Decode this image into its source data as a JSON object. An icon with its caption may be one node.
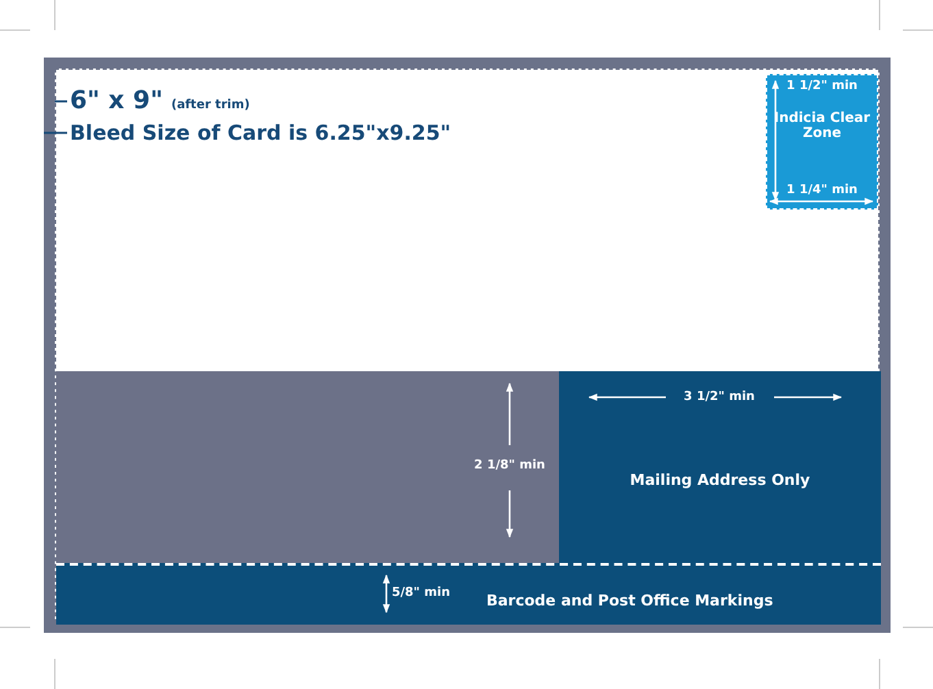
{
  "diagram": {
    "nodes": [
      {
        "text": [],
        "shape": "box"
      },
      {
        "text": [],
        "shape": "box",
        "in": 0
      },
      {
        "text": [
          "6\" x 9\"",
          "(after trim)"
        ],
        "in": 1
      },
      {
        "text": [
          "Bleed Size of Card is 6.25\"x9.25\""
        ],
        "in": 1
      },
      {
        "text": [
          "Indicia Clear Zone"
        ],
        "in": 1
      },
      {
        "text": [],
        "shape": "box",
        "in": 1
      },
      {
        "text": [
          "Mailing Address Only"
        ],
        "in": 1
      },
      {
        "text": [
          "Barcode and Post Office Markings"
        ],
        "in": 1
      }
    ],
    "edges": [
      {
        "from": 2,
        "to": 1,
        "arrow": "none"
      },
      {
        "from": 3,
        "to": 0,
        "arrow": "none"
      }
    ],
    "labels": [
      "1 1/2\" min",
      "1 1/4\" min",
      "3 1/2\" min",
      "2 1/8\" min",
      "5/8\" min"
    ]
  }
}
